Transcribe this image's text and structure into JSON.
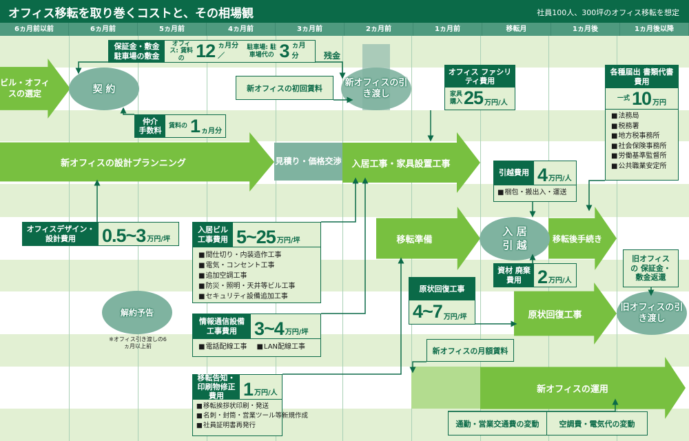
{
  "header": {
    "title": "オフィス移転を取り巻くコストと、その相場観",
    "subtitle": "社員100人、300坪のオフィス移転を想定"
  },
  "columns": [
    "6ヵ月前以前",
    "6ヵ月前",
    "5ヵ月前",
    "4ヵ月前",
    "3ヵ月前",
    "2ヵ月前",
    "1ヵ月前",
    "移転月",
    "1ヵ月後",
    "1ヵ月後以降"
  ],
  "colors": {
    "dark_green": "#0b6a48",
    "arrow_green": "#78c040",
    "ellipse_teal": "#7fb3a0",
    "band": "#e2f0d3"
  },
  "flow": {
    "select": "ビル・オフィスの選定",
    "contract": "契 約",
    "planning": "新オフィスの設計プランニング",
    "estimate": "見積り・価格交渉",
    "construction": "入居工事・家具設置工事",
    "handover_new": "新オフィスの引き渡し",
    "cancel_notice": "解約予告",
    "cancel_note": "※オフィス引き渡しの6ヵ月以上前",
    "prep": "移転準備",
    "move": "入 居 引 越",
    "post": "移転後手続き",
    "restore_arrow": "原状回復工事",
    "handover_old": "旧オフィスの引き渡し",
    "operation": "新オフィスの運用"
  },
  "costs": {
    "deposit": {
      "label": "保証金・敷金 駐車場の敷金",
      "office_label": "オフィス: 賃料の",
      "office_value": "12",
      "office_unit": "ヵ月分／",
      "parking_label": "駐車場: 駐車場代の",
      "parking_value": "3",
      "parking_unit": "ヵ月分"
    },
    "balance": "残金",
    "first_rent": "新オフィスの初回賃料",
    "brokerage": {
      "label": "仲介 手数料",
      "prefix": "賃料の",
      "value": "1",
      "unit": "ヵ月分"
    },
    "facility": {
      "label": "オフィス ファシリティ費用",
      "prefix": "家具 購入",
      "value": "25",
      "unit": "万円/人"
    },
    "filing": {
      "label": "各種届出 書類代書費用",
      "prefix": "一式",
      "value": "10",
      "unit": "万円",
      "items": [
        "法務局",
        "税務署",
        "地方税事務所",
        "社会保険事務所",
        "労働基準監督所",
        "公共職業安定所"
      ]
    },
    "design": {
      "label": "オフィスデザイン・ 設計費用",
      "value": "0.5~3",
      "unit": "万円/坪"
    },
    "building_work": {
      "label": "入居ビル 工事費用",
      "value": "5~25",
      "unit": "万円/坪",
      "items": [
        "間仕切り・内装造作工事",
        "電気・コンセント工事",
        "追加空調工事",
        "防災・照明・天井等ビル工事",
        "セキュリティ設備追加工事"
      ]
    },
    "it_work": {
      "label": "情報通信設備 工事費用",
      "value": "3~4",
      "unit": "万円/坪",
      "items": [
        "電話配線工事",
        "LAN配線工事"
      ]
    },
    "notice_print": {
      "label": "移転告知・ 印刷物修正費用",
      "value": "1",
      "unit": "万円/人",
      "items": [
        "移転挨拶状印刷・発送",
        "名刺・封筒・営業ツール等新規作成",
        "社員証明書再発行"
      ]
    },
    "moving": {
      "label": "引越費用",
      "value": "4",
      "unit": "万円/人",
      "items": [
        "梱包・搬出入・運送"
      ]
    },
    "disposal": {
      "label": "資材 廃棄費用",
      "value": "2",
      "unit": "万円/人"
    },
    "restore": {
      "label": "原状回復工事",
      "value": "4~7",
      "unit": "万円/坪"
    },
    "deposit_return": "旧オフィスの 保証金・ 敷金返還",
    "monthly_rent": "新オフィスの月額賃料",
    "variation1": "通勤・営業交通費の変動",
    "variation2": "空調費・電気代の変動"
  }
}
